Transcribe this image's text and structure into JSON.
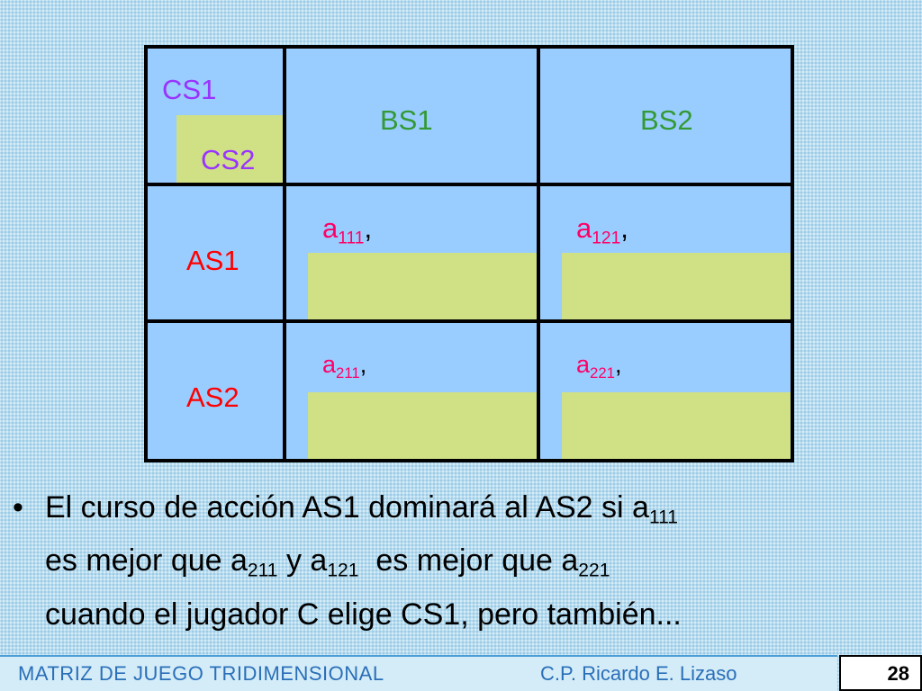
{
  "matrix": {
    "player_c_strategies": [
      "CS1",
      "CS2"
    ],
    "column_strategies": [
      "BS1",
      "BS2"
    ],
    "row_strategies": [
      "AS1",
      "AS2"
    ],
    "payoffs": [
      {
        "base": "a",
        "sub": "111",
        "sep": ","
      },
      {
        "base": "a",
        "sub": "121",
        "sep": ","
      },
      {
        "base": "a",
        "sub": "211",
        "sep": ","
      },
      {
        "base": "a",
        "sub": "221",
        "sep": ","
      }
    ],
    "colors": {
      "cell_bg": "#99ccff",
      "inner_box": "#d0e085",
      "player_c": "#9933ff",
      "player_b": "#339933",
      "player_a": "#ff0000",
      "payoff": "#ff0066"
    }
  },
  "bullet": {
    "dot": "•",
    "t1": "El curso de acción AS1 dominará al AS2 si a",
    "s1": "111",
    "t2": "es mejor que a",
    "s2": "211",
    "t3": " y a",
    "s3": "121",
    "t4": "  es mejor que a",
    "s4": "221",
    "t5": "cuando el jugador C elige CS1, pero también..."
  },
  "footer": {
    "title": "MATRIZ DE JUEGO TRIDIMENSIONAL",
    "author": "C.P. Ricardo E. Lizaso",
    "page": "28"
  }
}
